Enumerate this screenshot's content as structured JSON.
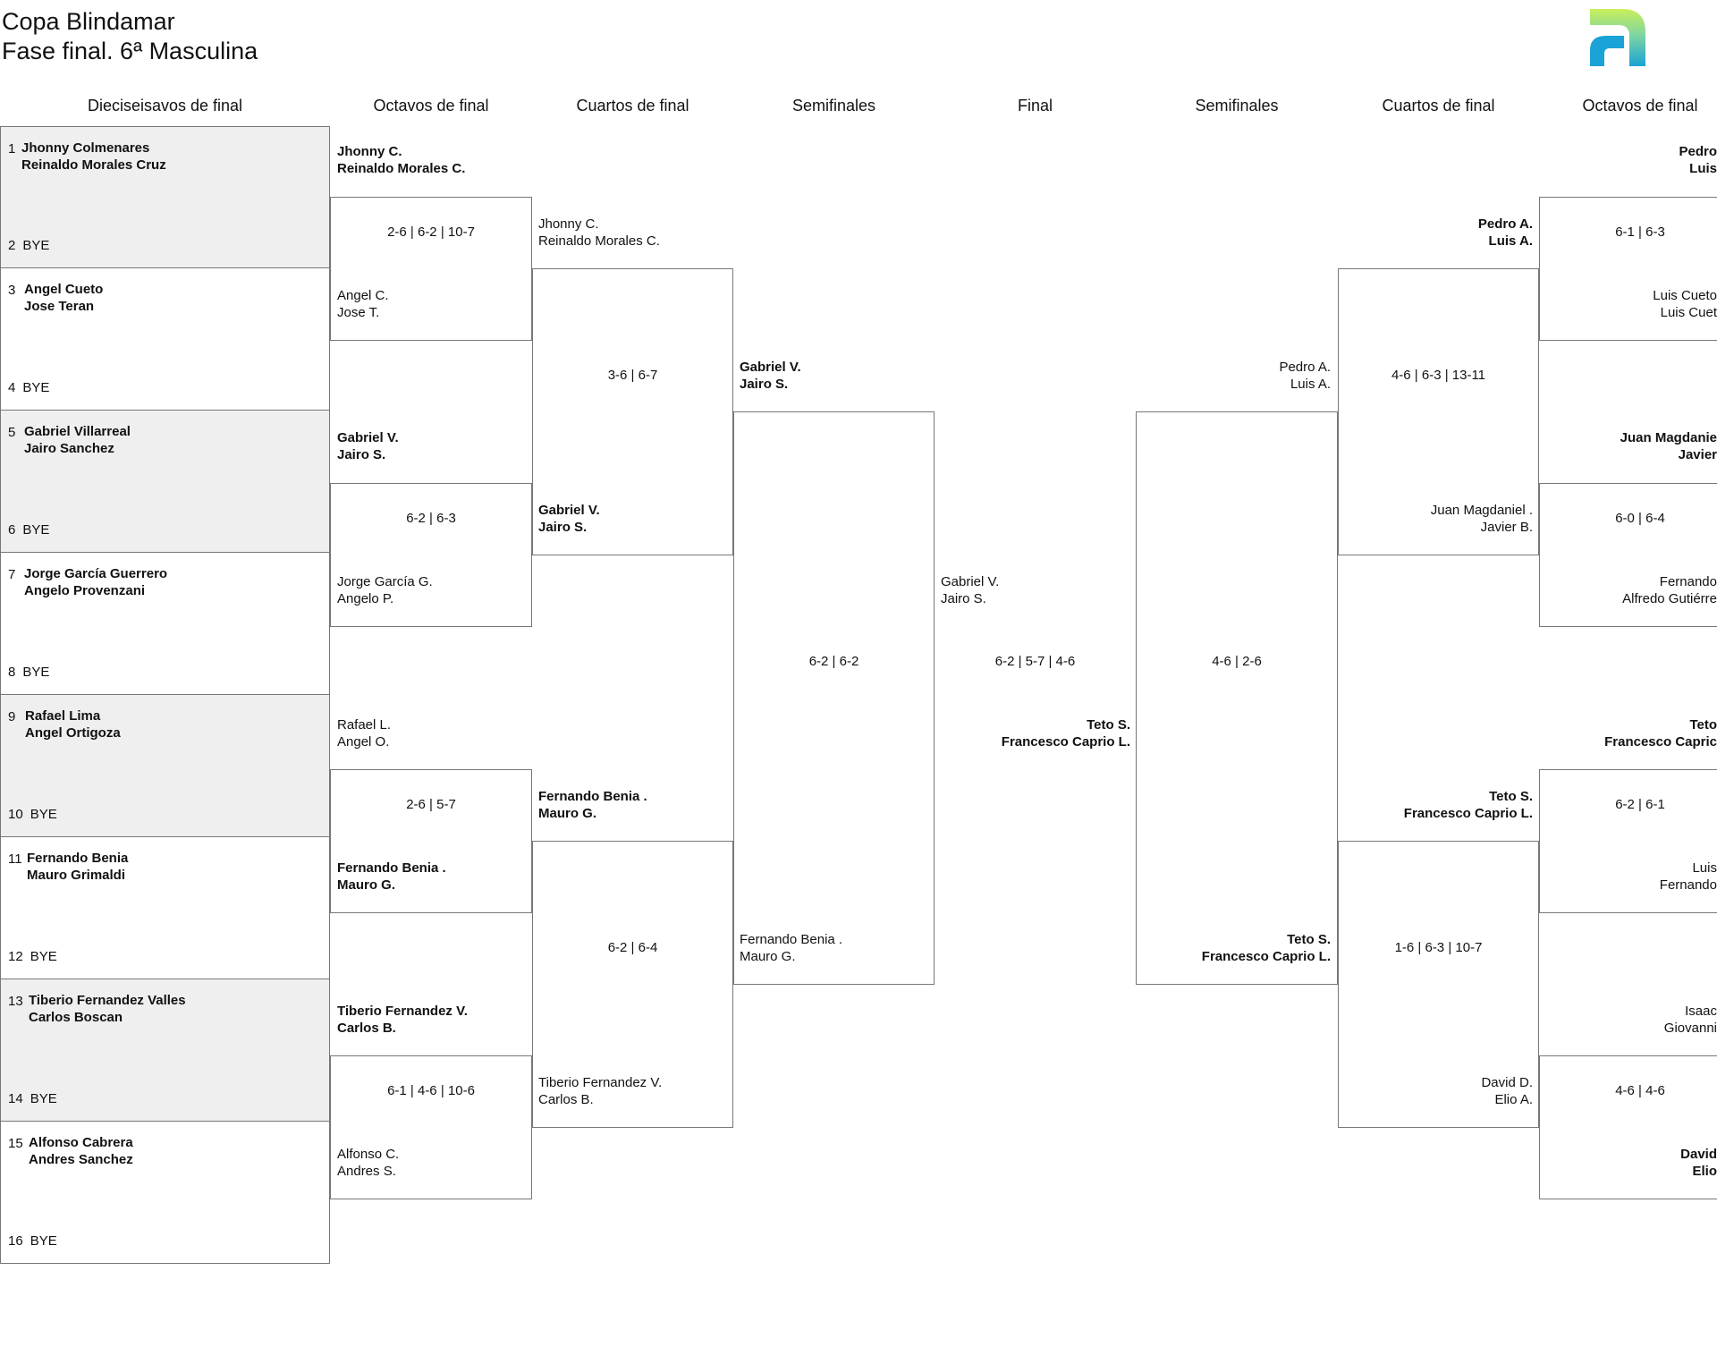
{
  "title_line1": "Copa Blindamar",
  "title_line2": "Fase final. 6ª Masculina",
  "headers": [
    "Dieciseisavos de final",
    "Octavos de final",
    "Cuartos de final",
    "Semifinales",
    "Final",
    "Semifinales",
    "Cuartos de final",
    "Octavos de final"
  ],
  "bye": "BYE",
  "seeds": [
    {
      "top_num": "1",
      "bot_num": "2",
      "p1": "Jhonny Colmenares",
      "p2": "Reinaldo Morales Cruz"
    },
    {
      "top_num": "3",
      "bot_num": "4",
      "p1": "Angel Cueto",
      "p2": "Jose Teran"
    },
    {
      "top_num": "5",
      "bot_num": "6",
      "p1": "Gabriel Villarreal",
      "p2": "Jairo Sanchez"
    },
    {
      "top_num": "7",
      "bot_num": "8",
      "p1": "Jorge García Guerrero",
      "p2": "Angelo Provenzani"
    },
    {
      "top_num": "9",
      "bot_num": "10",
      "p1": "Rafael Lima",
      "p2": "Angel Ortigoza"
    },
    {
      "top_num": "11",
      "bot_num": "12",
      "p1": "Fernando Benia",
      "p2": "Mauro Grimaldi"
    },
    {
      "top_num": "13",
      "bot_num": "14",
      "p1": "Tiberio Fernandez Valles",
      "p2": "Carlos Boscan"
    },
    {
      "top_num": "15",
      "bot_num": "16",
      "p1": "Alfonso Cabrera",
      "p2": "Andres Sanchez"
    }
  ],
  "left_octavos": [
    {
      "p1": "Jhonny C.",
      "p2": "Reinaldo Morales C."
    },
    {
      "p1": "Angel C.",
      "p2": "Jose T."
    },
    {
      "p1": "Gabriel V.",
      "p2": "Jairo S."
    },
    {
      "p1": "Jorge García G.",
      "p2": "Angelo P."
    },
    {
      "p1": "Rafael L.",
      "p2": "Angel O."
    },
    {
      "p1": "Fernando Benia .",
      "p2": "Mauro G."
    },
    {
      "p1": "Tiberio Fernandez V.",
      "p2": "Carlos B."
    },
    {
      "p1": "Alfonso C.",
      "p2": "Andres S."
    }
  ],
  "left_octavos_scores": [
    "2-6 | 6-2 | 10-7",
    "6-2 | 6-3",
    "2-6 | 5-7",
    "6-1 | 4-6 | 10-6"
  ],
  "left_cuartos": [
    {
      "p1": "Jhonny C.",
      "p2": "Reinaldo Morales C."
    },
    {
      "p1": "Gabriel V.",
      "p2": "Jairo S."
    },
    {
      "p1": "Fernando Benia .",
      "p2": "Mauro G."
    },
    {
      "p1": "Tiberio Fernandez V.",
      "p2": "Carlos B."
    }
  ],
  "left_cuartos_scores": [
    "3-6 | 6-7",
    "6-2 | 6-4"
  ],
  "left_semis": [
    {
      "p1": "Gabriel V.",
      "p2": "Jairo S."
    },
    {
      "p1": "Fernando Benia .",
      "p2": "Mauro G."
    }
  ],
  "left_semis_score": "6-2 | 6-2",
  "final_left": {
    "p1": "Gabriel V.",
    "p2": "Jairo S."
  },
  "final_score": "6-2 | 5-7 | 4-6",
  "final_right": {
    "p1": "Teto S.",
    "p2": "Francesco Caprio L."
  },
  "right_semis_score": "4-6 | 2-6",
  "right_semis": [
    {
      "p1": "Pedro A.",
      "p2": "Luis A."
    },
    {
      "p1": "Teto S.",
      "p2": "Francesco Caprio L."
    }
  ],
  "right_cuartos_scores": [
    "4-6 | 6-3 | 13-11",
    "1-6 | 6-3 | 10-7"
  ],
  "right_cuartos": [
    {
      "p1": "Pedro A.",
      "p2": "Luis A."
    },
    {
      "p1": "Juan Magdaniel .",
      "p2": "Javier B."
    },
    {
      "p1": "Teto S.",
      "p2": "Francesco Caprio L."
    },
    {
      "p1": "David D.",
      "p2": "Elio A."
    }
  ],
  "right_octavos_scores": [
    "6-1 | 6-3",
    "6-0 | 6-4",
    "6-2 | 6-1",
    "4-6 | 4-6"
  ],
  "right_octavos": [
    {
      "p1": "Pedro",
      "p2": "Luis"
    },
    {
      "p1": "Luis Cueto",
      "p2": "Luis Cuet"
    },
    {
      "p1": "Juan Magdanie",
      "p2": "Javier"
    },
    {
      "p1": "Fernando",
      "p2": "Alfredo Gutiérre"
    },
    {
      "p1": "Teto",
      "p2": "Francesco Capric"
    },
    {
      "p1": "Luis",
      "p2": "Fernando"
    },
    {
      "p1": "Isaac",
      "p2": "Giovanni"
    },
    {
      "p1": "David",
      "p2": "Elio"
    }
  ]
}
